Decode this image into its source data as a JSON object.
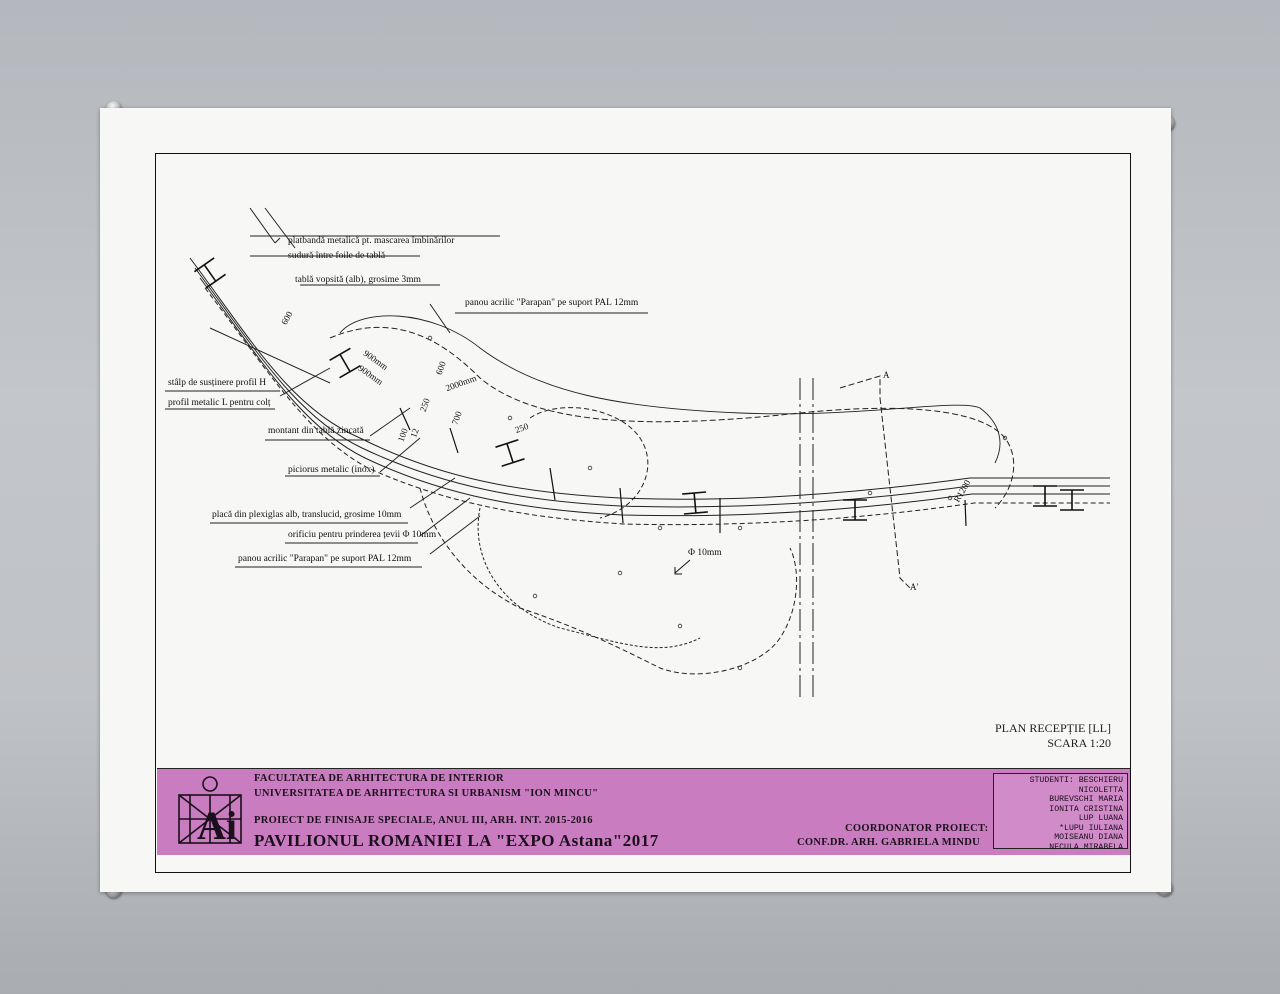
{
  "drawing": {
    "labels": {
      "l1": "platbandă metalică pt. mascarea îmbinărilor",
      "l2": "sudură între foile de tablă",
      "l3": "tablă vopsită (alb), grosime 3mm",
      "l4": "panou acrilic \"Parapan\" pe suport PAL 12mm",
      "l5": "stâlp de susținere profil H",
      "l6": "profil metalic L pentru colț",
      "l7": "montant din tablă zincată",
      "l8": "piciorus metalic (inox)",
      "l9": "placă din plexiglas alb, translucid, grosime 10mm",
      "l10": "orificiu pentru prinderea țevii Φ 10mm",
      "l11": "panou acrilic \"Parapan\" pe suport PAL 12mm",
      "l12": "Φ 10mm"
    },
    "dimensions": {
      "d600a": "600",
      "d900a": "900mm",
      "d900b": "900mm",
      "d600b": "600",
      "d2000": "2000mm",
      "d250a": "250",
      "d250b": "250",
      "d100": "100",
      "d700": "700",
      "d12": "12",
      "dR": "R1200",
      "secA": "A",
      "secA2": "A'"
    },
    "plan_title": "PLAN RECEPȚIE [LL]",
    "scale": "SCARA 1:20"
  },
  "titleblock": {
    "faculty": "FACULTATEA DE ARHITECTURA DE INTERIOR",
    "university": "UNIVERSITATEA DE ARHITECTURA SI URBANISM \"ION MINCU\"",
    "project": "PROIECT DE FINISAJE SPECIALE, ANUL III, ARH. INT. 2015-2016",
    "title": "PAVILIONUL ROMANIEI LA \"EXPO Astana\"2017",
    "coordinator_label": "COORDONATOR PROIECT:",
    "coordinator": "CONF.DR. ARH.  GABRIELA MINDU",
    "logo_letters": "Ai",
    "students_label": "STUDENTI:",
    "students": [
      "BESCHIERU NICOLETTA",
      "BUREVSCHI MARIA",
      "IONITA CRISTINA",
      "LUP LUANA",
      "*LUPU IULIANA",
      "MOISEANU DIANA",
      "NECULA MIRABELA"
    ]
  },
  "colors": {
    "titleblock_bg": "#c97cc0",
    "ink": "#111111",
    "paper": "#f7f7f5",
    "wall": "#bfc2c6"
  }
}
